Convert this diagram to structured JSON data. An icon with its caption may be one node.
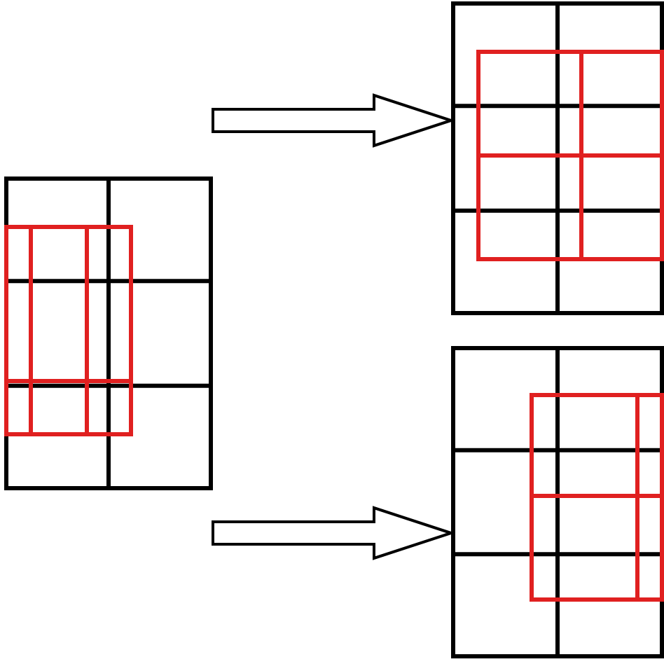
{
  "diagram": {
    "nodes": [
      {
        "text": [],
        "shape": "grid"
      },
      {
        "text": [],
        "shape": "grid"
      },
      {
        "text": [],
        "shape": "grid"
      }
    ],
    "edges": [
      {
        "from": 0,
        "to": 1,
        "arrow": "to"
      },
      {
        "from": 0,
        "to": 2,
        "arrow": "to"
      }
    ]
  }
}
